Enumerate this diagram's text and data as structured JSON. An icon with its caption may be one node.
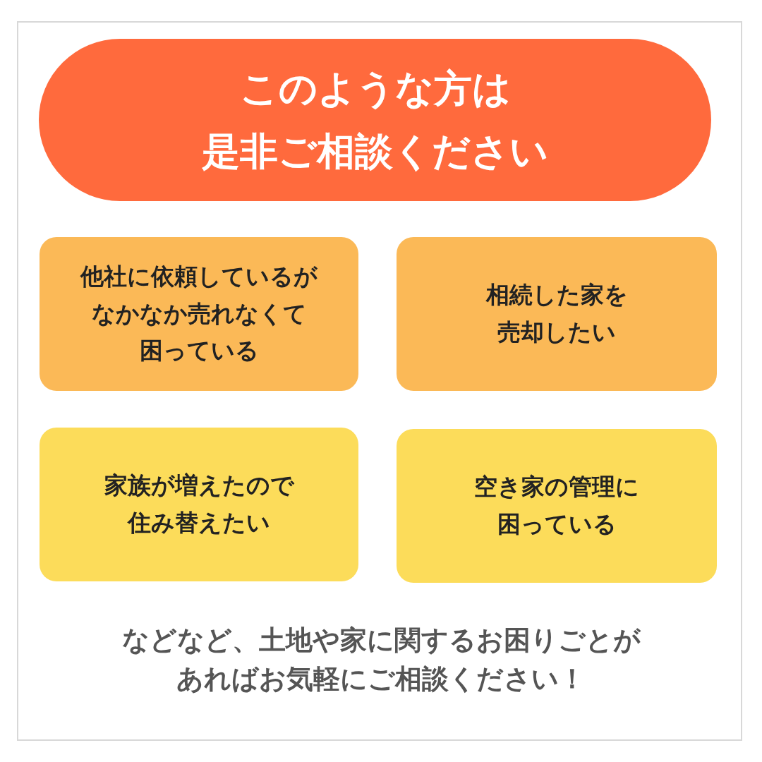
{
  "diagram": {
    "nodes": [
      {
        "text": [
          "このような方は是非ご相談ください"
        ]
      },
      {
        "text": [
          "他社に依頼しているがなかなか売れなくて困っている"
        ]
      },
      {
        "text": [
          "相続した家を売却したい"
        ]
      },
      {
        "text": [
          "家族が増えたので住み替えたい"
        ]
      },
      {
        "text": [
          "空き家の管理に困っている"
        ]
      }
    ],
    "edges": [],
    "caption": "などなど、土地や家に関するお困りごとがあればお気軽にご相談ください！"
  }
}
